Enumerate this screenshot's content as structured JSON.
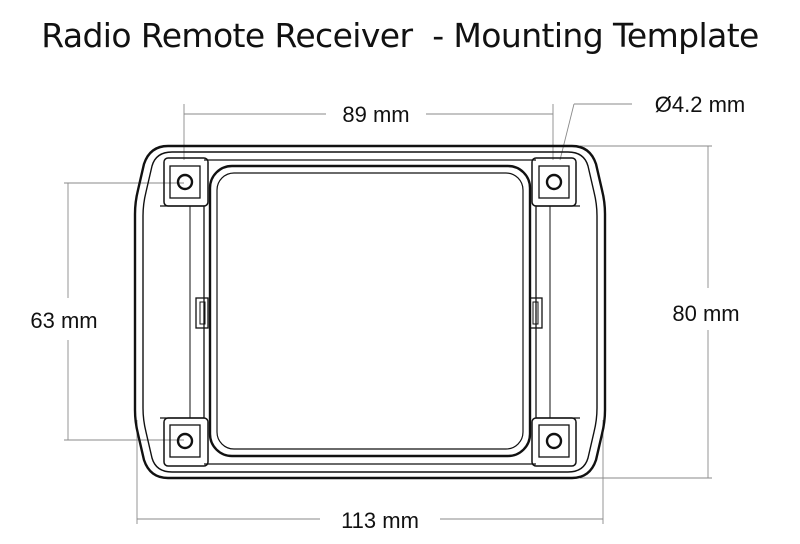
{
  "title": "Radio Remote Receiver  - Mounting Template",
  "dimensions": {
    "hole_spacing_horizontal": "89 mm",
    "hole_diameter": "Ø4.2 mm",
    "hole_spacing_vertical": "63 mm",
    "overall_height": "80 mm",
    "overall_width": "113 mm"
  }
}
